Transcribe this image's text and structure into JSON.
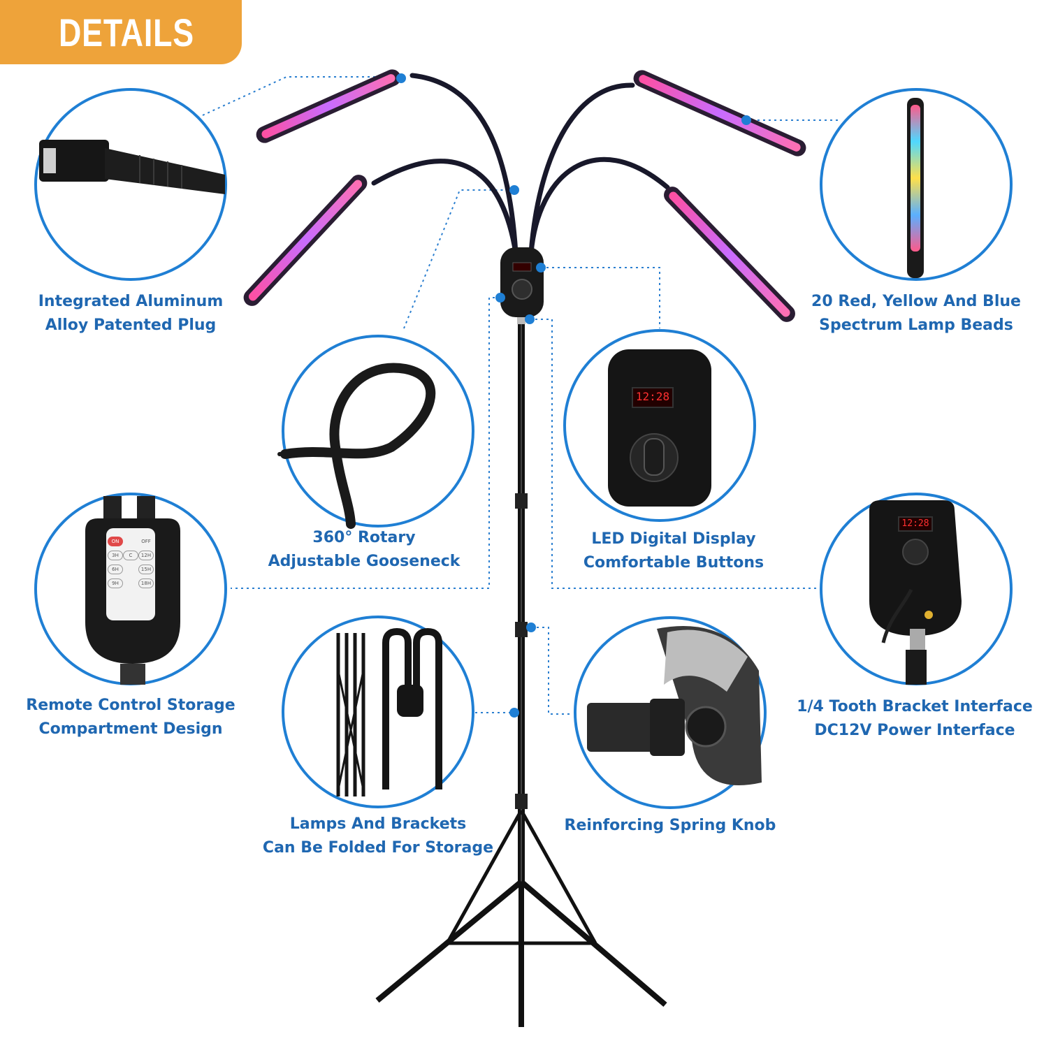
{
  "header": {
    "title": "DETAILS"
  },
  "colors": {
    "banner": "#eea33a",
    "label_text": "#1f67b1",
    "circle_border": "#1f7fd4",
    "connector_dot": "#1f7fd4"
  },
  "features": [
    {
      "id": "plug",
      "lines": [
        "Integrated Aluminum",
        "Alloy Patented Plug"
      ]
    },
    {
      "id": "beads",
      "lines": [
        "20 Red, Yellow And Blue",
        "Spectrum Lamp Beads"
      ]
    },
    {
      "id": "gooseneck",
      "lines": [
        "360° Rotary",
        "Adjustable Gooseneck"
      ]
    },
    {
      "id": "display",
      "lines": [
        "LED Digital Display",
        "Comfortable Buttons"
      ]
    },
    {
      "id": "remote",
      "lines": [
        "Remote Control Storage",
        "Compartment Design"
      ]
    },
    {
      "id": "interface",
      "lines": [
        "1/4 Tooth Bracket Interface",
        "DC12V Power Interface"
      ]
    },
    {
      "id": "folding",
      "lines": [
        "Lamps And Brackets",
        "Can Be Folded For Storage"
      ]
    },
    {
      "id": "knob",
      "lines": [
        "Reinforcing Spring Knob"
      ]
    }
  ],
  "display_readout": "12:28",
  "remote_buttons": [
    "ON",
    "OFF",
    "3H",
    "C",
    "12H",
    "6H",
    "15H",
    "9H",
    "18H"
  ]
}
